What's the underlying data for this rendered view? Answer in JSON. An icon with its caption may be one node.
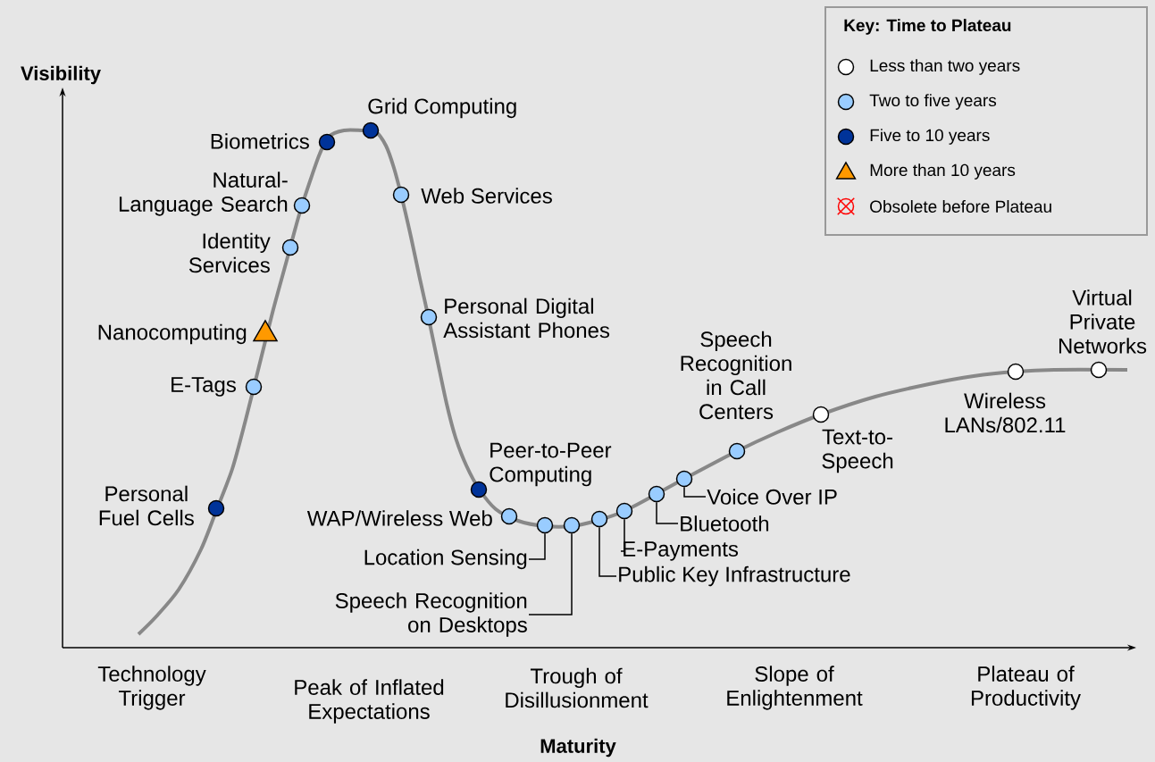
{
  "diagram": {
    "nodes": [
      {
        "text": [],
        "shape": "circle",
        "beside": [
          "Personal Fuel Cells"
        ]
      },
      {
        "text": [],
        "shape": "circle",
        "beside": [
          "E-Tags"
        ]
      },
      {
        "text": [],
        "shape": "triangle",
        "beside": [
          "Nanocomputing"
        ]
      },
      {
        "text": [],
        "shape": "circle",
        "beside": [
          "Identity Services"
        ]
      },
      {
        "text": [],
        "shape": "circle",
        "beside": [
          "Natural-Language Search"
        ]
      },
      {
        "text": [],
        "shape": "circle",
        "beside": [
          "Biometrics"
        ]
      },
      {
        "text": [],
        "shape": "circle",
        "beside": [
          "Grid Computing"
        ]
      },
      {
        "text": [],
        "shape": "circle",
        "beside": [
          "Web Services"
        ]
      },
      {
        "text": [],
        "shape": "circle",
        "beside": [
          "Personal Digital Assistant Phones"
        ]
      },
      {
        "text": [],
        "shape": "circle",
        "beside": [
          "Peer-to-Peer Computing"
        ]
      },
      {
        "text": [],
        "shape": "circle",
        "beside": [
          "WAP/Wireless Web"
        ]
      },
      {
        "text": [
          "Location Sensing"
        ]
      },
      {
        "text": [],
        "shape": "circle"
      },
      {
        "text": [
          "Speech Recognition on Desktops"
        ]
      },
      {
        "text": [],
        "shape": "circle"
      },
      {
        "text": [],
        "shape": "circle"
      },
      {
        "text": [
          "Public Key Infrastructure"
        ]
      },
      {
        "text": [],
        "shape": "circle"
      },
      {
        "text": [
          "E-Payments"
        ]
      },
      {
        "text": [],
        "shape": "circle"
      },
      {
        "text": [
          "Bluetooth"
        ]
      },
      {
        "text": [],
        "shape": "circle"
      },
      {
        "text": [
          "Voice Over IP"
        ]
      },
      {
        "text": [],
        "shape": "circle",
        "beside": [
          "Speech Recognition in Call Centers"
        ]
      },
      {
        "text": [],
        "shape": "circle",
        "beside": [
          "Text-to-Speech"
        ]
      },
      {
        "text": [],
        "shape": "circle",
        "beside": [
          "Wireless LANs/802.11"
        ]
      },
      {
        "text": [],
        "shape": "circle",
        "beside": [
          "Virtual Private Networks"
        ]
      }
    ],
    "edges": [
      {
        "from": 11,
        "to": 12,
        "arrow": "none"
      },
      {
        "from": 13,
        "to": 14,
        "arrow": "none"
      },
      {
        "from": 16,
        "to": 15,
        "arrow": "none"
      },
      {
        "from": 18,
        "to": 17,
        "arrow": "none"
      },
      {
        "from": 20,
        "to": 19,
        "arrow": "none"
      },
      {
        "from": 22,
        "to": 21,
        "arrow": "none"
      }
    ],
    "labels": [
      "Key: Time to Plateau",
      "Visibility",
      "Technology Trigger",
      "Peak of Inflated Expectations",
      "Trough of Disillusionment",
      "Slope of Enlightenment",
      "Plateau of Productivity",
      "Maturity"
    ],
    "legend": [
      {
        "text": "Less than two years"
      },
      {
        "text": "Two to five years"
      },
      {
        "text": "Five to 10 years"
      },
      {
        "text": "More than 10 years"
      },
      {
        "text": "Obsolete before Plateau"
      }
    ]
  }
}
